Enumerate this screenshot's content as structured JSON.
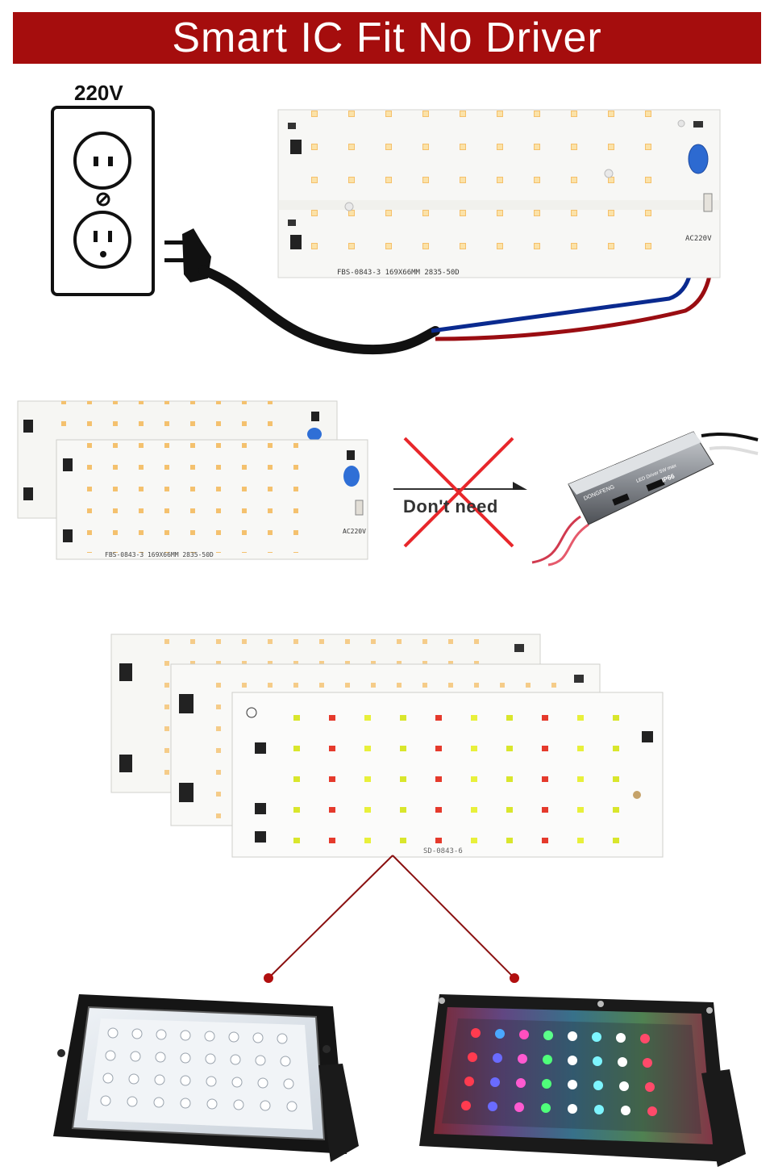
{
  "banner": {
    "title": "Smart IC Fit No Driver",
    "color": "#a50d0d"
  },
  "socket": {
    "voltage_label": "220V"
  },
  "board_main": {
    "silk_text": "FBS-0843-3   169X66MM  2835-50D",
    "ac_label": "AC220V"
  },
  "board_pair": {
    "silk_text": "FBS-0843-3  169X66MM  2835-50D",
    "ac_label": "AC220V"
  },
  "comparison": {
    "dont_need_label": "Don't need",
    "cross_color": "#e8272b"
  },
  "driver": {
    "brand": "DONGFENG",
    "line1": "LED Driver 5W max",
    "rating": "IP66"
  },
  "board_stack": {
    "silk_text": "SD-0843-6"
  },
  "wires": {
    "blue": "#0a2a8f",
    "red": "#9a0d12",
    "plug": "#111111"
  },
  "icons": [
    "power-socket-icon",
    "power-plug-icon",
    "cross-icon"
  ]
}
